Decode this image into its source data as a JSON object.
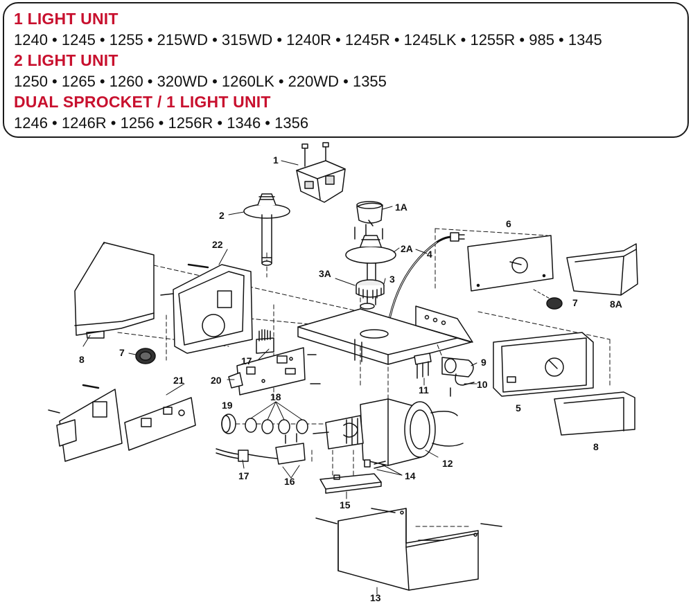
{
  "header": {
    "groups": [
      {
        "title": "1 LIGHT UNIT",
        "models": "1240 • 1245 • 1255 • 215WD • 315WD • 1240R • 1245R • 1245LK • 1255R • 985 • 1345"
      },
      {
        "title": "2 LIGHT UNIT",
        "models": "1250 • 1265 • 1260 • 320WD • 1260LK • 220WD • 1355"
      },
      {
        "title": "DUAL SPROCKET / 1 LIGHT UNIT",
        "models": "1246 • 1246R • 1256 • 1256R • 1346 • 1356"
      }
    ],
    "title_color": "#c8102e"
  },
  "callouts": {
    "c1": "1",
    "c1A": "1A",
    "c2": "2",
    "c2A": "2A",
    "c3": "3",
    "c3A": "3A",
    "c4": "4",
    "c5": "5",
    "c6": "6",
    "c7a": "7",
    "c7b": "7",
    "c8a": "8",
    "c8b": "8",
    "c8A": "8A",
    "c9": "9",
    "c10": "10",
    "c11": "11",
    "c12": "12",
    "c13": "13",
    "c14": "14",
    "c15": "15",
    "c16": "16",
    "c17a": "17",
    "c17b": "17",
    "c18": "18",
    "c19": "19",
    "c20": "20",
    "c21": "21",
    "c22": "22"
  }
}
